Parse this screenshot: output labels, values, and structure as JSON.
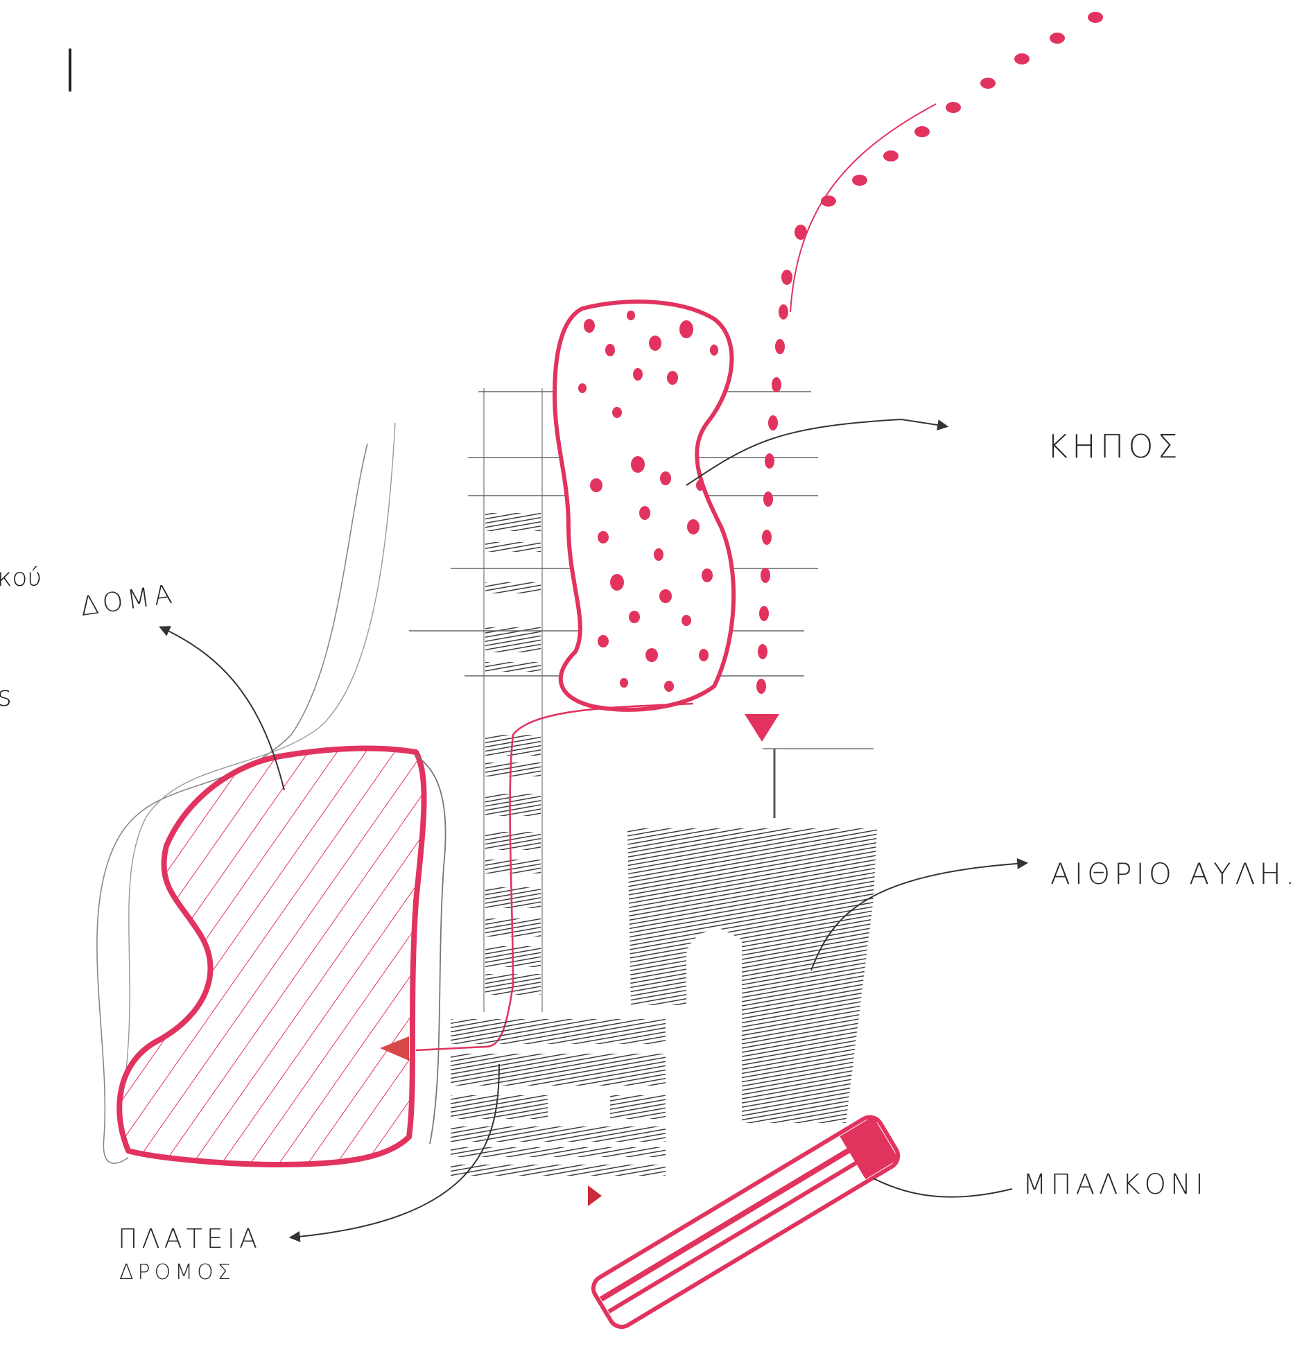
{
  "labels": {
    "garden": "ΚΗΠΟΣ",
    "structure": "ΔΟΜΑ",
    "courtyard": "ΑΙΘΡΙΟ ΑΥΛΗ.",
    "balcony": "ΜΠΑΛΚΟΝΙ",
    "square_line1": "ΠΛΑΤΕΙΑ",
    "square_line2": "ΔΡΟΜΟΣ"
  },
  "margin_fragments": {
    "fragment_1": "κού",
    "fragment_2": "s"
  },
  "colors": {
    "accent_red": "#e2335f",
    "ink_gray": "#4a4a4a",
    "pencil": "#7a7a7a",
    "paper": "#ffffff"
  }
}
